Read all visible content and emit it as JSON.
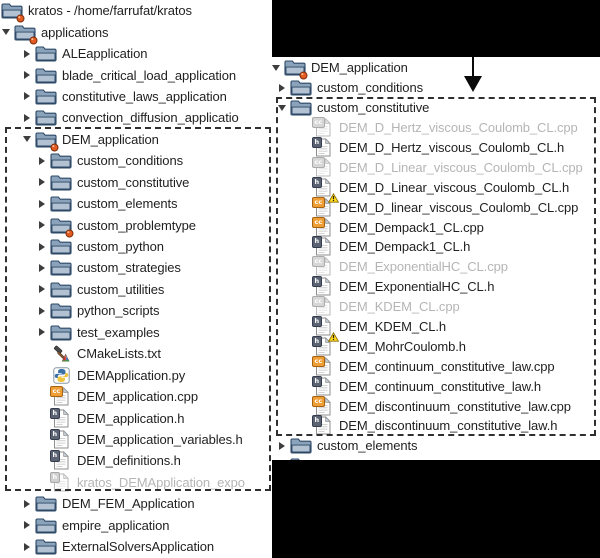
{
  "colors": {
    "background": "#000000",
    "panel_background": "#ffffff",
    "text": "#1f1f1f",
    "disabled_text": "#b5b5b5",
    "folder_fill": "#8ba2bb",
    "folder_front": "#b2c2d2",
    "folder_outline": "#2c4866",
    "modified_badge": "#e25c22",
    "cpp_badge": "#ef9f35",
    "header_badge": "#5b6372",
    "warning_yellow": "#ffd91e",
    "annotation": "#0a0a0a"
  },
  "left_panel": {
    "rows": [
      {
        "label": "kratos - /home/farrufat/kratos",
        "depth": 0,
        "expander": "none",
        "icon": "folder",
        "badge": true
      },
      {
        "label": "applications",
        "depth": 1,
        "expander": "open",
        "icon": "folder",
        "badge": true
      },
      {
        "label": "ALEapplication",
        "depth": 2,
        "expander": "closed",
        "icon": "folder"
      },
      {
        "label": "blade_critical_load_application",
        "depth": 2,
        "expander": "closed",
        "icon": "folder"
      },
      {
        "label": "constitutive_laws_application",
        "depth": 2,
        "expander": "closed",
        "icon": "folder"
      },
      {
        "label": "convection_diffusion_applicatio",
        "depth": 2,
        "expander": "closed",
        "icon": "folder"
      },
      {
        "label": "DEM_application",
        "depth": 2,
        "expander": "open",
        "icon": "folder",
        "badge": true
      },
      {
        "label": "custom_conditions",
        "depth": 3,
        "expander": "closed",
        "icon": "folder"
      },
      {
        "label": "custom_constitutive",
        "depth": 3,
        "expander": "closed",
        "icon": "folder"
      },
      {
        "label": "custom_elements",
        "depth": 3,
        "expander": "closed",
        "icon": "folder"
      },
      {
        "label": "custom_problemtype",
        "depth": 3,
        "expander": "closed",
        "icon": "folder",
        "badge": true
      },
      {
        "label": "custom_python",
        "depth": 3,
        "expander": "closed",
        "icon": "folder"
      },
      {
        "label": "custom_strategies",
        "depth": 3,
        "expander": "closed",
        "icon": "folder"
      },
      {
        "label": "custom_utilities",
        "depth": 3,
        "expander": "closed",
        "icon": "folder"
      },
      {
        "label": "python_scripts",
        "depth": 3,
        "expander": "closed",
        "icon": "folder"
      },
      {
        "label": "test_examples",
        "depth": 3,
        "expander": "closed",
        "icon": "folder"
      },
      {
        "label": "CMakeLists.txt",
        "depth": 3,
        "expander": "none",
        "icon": "cmake"
      },
      {
        "label": "DEMApplication.py",
        "depth": 3,
        "expander": "none",
        "icon": "python"
      },
      {
        "label": "DEM_application.cpp",
        "depth": 3,
        "expander": "none",
        "icon": "cpp"
      },
      {
        "label": "DEM_application.h",
        "depth": 3,
        "expander": "none",
        "icon": "header"
      },
      {
        "label": "DEM_application_variables.h",
        "depth": 3,
        "expander": "none",
        "icon": "header"
      },
      {
        "label": "DEM_definitions.h",
        "depth": 3,
        "expander": "none",
        "icon": "header"
      },
      {
        "label": "kratos_DEMApplication_expo",
        "depth": 3,
        "expander": "none",
        "icon": "header-gray",
        "gray": true
      },
      {
        "label": "DEM_FEM_Application",
        "depth": 2,
        "expander": "closed",
        "icon": "folder"
      },
      {
        "label": "empire_application",
        "depth": 2,
        "expander": "closed",
        "icon": "folder"
      },
      {
        "label": "ExternalSolversApplication",
        "depth": 2,
        "expander": "closed",
        "icon": "folder"
      }
    ]
  },
  "right_panel": {
    "rows": [
      {
        "label": "DEM_application",
        "depth": 0,
        "expander": "open-clipped",
        "icon": "folder",
        "badge": true
      },
      {
        "label": "custom_conditions",
        "depth": 1,
        "expander": "closed",
        "icon": "folder"
      },
      {
        "label": "custom_constitutive",
        "depth": 1,
        "expander": "open",
        "icon": "folder"
      },
      {
        "label": "DEM_D_Hertz_viscous_Coulomb_CL.cpp",
        "depth": 2,
        "expander": "none",
        "icon": "cpp-gray",
        "gray": true
      },
      {
        "label": "DEM_D_Hertz_viscous_Coulomb_CL.h",
        "depth": 2,
        "expander": "none",
        "icon": "header"
      },
      {
        "label": "DEM_D_Linear_viscous_Coulomb_CL.cpp",
        "depth": 2,
        "expander": "none",
        "icon": "cpp-gray",
        "gray": true
      },
      {
        "label": "DEM_D_Linear_viscous_Coulomb_CL.h",
        "depth": 2,
        "expander": "none",
        "icon": "header"
      },
      {
        "label": "DEM_D_linear_viscous_Coulomb_CL.cpp",
        "depth": 2,
        "expander": "none",
        "icon": "cpp",
        "warning": true
      },
      {
        "label": "DEM_Dempack1_CL.cpp",
        "depth": 2,
        "expander": "none",
        "icon": "cpp"
      },
      {
        "label": "DEM_Dempack1_CL.h",
        "depth": 2,
        "expander": "none",
        "icon": "header"
      },
      {
        "label": "DEM_ExponentialHC_CL.cpp",
        "depth": 2,
        "expander": "none",
        "icon": "cpp-gray",
        "gray": true
      },
      {
        "label": "DEM_ExponentialHC_CL.h",
        "depth": 2,
        "expander": "none",
        "icon": "header"
      },
      {
        "label": "DEM_KDEM_CL.cpp",
        "depth": 2,
        "expander": "none",
        "icon": "cpp-gray",
        "gray": true
      },
      {
        "label": "DEM_KDEM_CL.h",
        "depth": 2,
        "expander": "none",
        "icon": "header"
      },
      {
        "label": "DEM_MohrCoulomb.h",
        "depth": 2,
        "expander": "none",
        "icon": "header",
        "warning": true
      },
      {
        "label": "DEM_continuum_constitutive_law.cpp",
        "depth": 2,
        "expander": "none",
        "icon": "cpp"
      },
      {
        "label": "DEM_continuum_constitutive_law.h",
        "depth": 2,
        "expander": "none",
        "icon": "header"
      },
      {
        "label": "DEM_discontinuum_constitutive_law.cpp",
        "depth": 2,
        "expander": "none",
        "icon": "cpp"
      },
      {
        "label": "DEM_discontinuum_constitutive_law.h",
        "depth": 2,
        "expander": "none",
        "icon": "header"
      },
      {
        "label": "custom_elements",
        "depth": 1,
        "expander": "closed",
        "icon": "folder"
      },
      {
        "label": "",
        "depth": 1,
        "expander": "none",
        "icon": "folder",
        "clipped": true
      }
    ]
  },
  "annotations": {
    "down_arrow": "black-down-arrow",
    "left_selection_box": "dashed-box-around-DEM_application-subtree",
    "right_selection_box": "dashed-box-around-custom_constitutive-files"
  }
}
